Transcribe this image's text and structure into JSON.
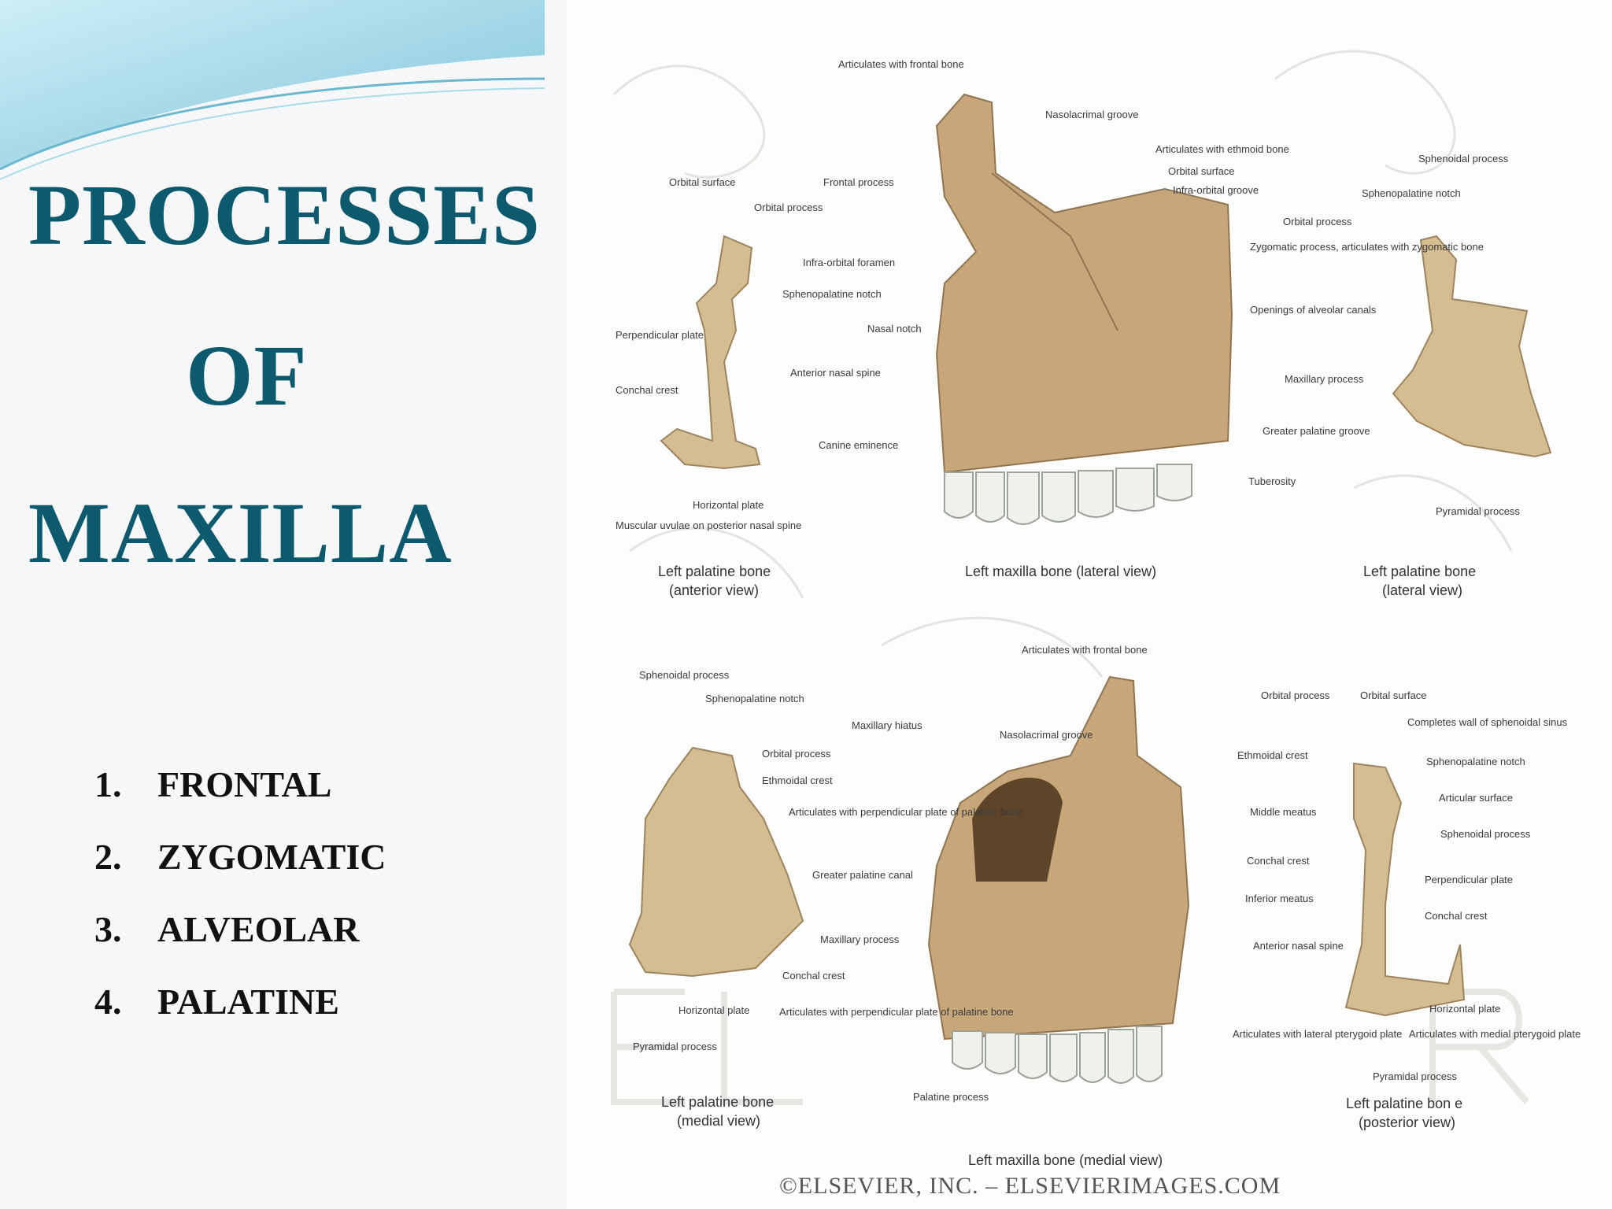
{
  "slide": {
    "title_lines": [
      "PROCESSES",
      "OF",
      "MAXILLA"
    ],
    "list": [
      {
        "num": "1.",
        "label": "FRONTAL"
      },
      {
        "num": "2.",
        "label": "ZYGOMATIC"
      },
      {
        "num": "3.",
        "label": "ALVEOLAR"
      },
      {
        "num": "4.",
        "label": "PALATINE"
      }
    ],
    "colors": {
      "title": "#0d5a6e",
      "header_wave": "#8ecfe3",
      "bone": "#c9ae82"
    }
  },
  "figure": {
    "captions": {
      "palatine_anterior": [
        "Left palatine bone",
        "(anterior view)"
      ],
      "maxilla_lateral": "Left maxilla bone (lateral view)",
      "palatine_lateral": [
        "Left palatine bone",
        "(lateral view)"
      ],
      "palatine_medial": [
        "Left palatine bone",
        "(medial view)"
      ],
      "maxilla_medial": "Left maxilla bone (medial view)",
      "palatine_posterior": [
        "Left palatine bon e",
        "(posterior view)"
      ]
    },
    "labels_top": {
      "articulates_frontal": "Articulates with frontal bone",
      "nasolacrimal_groove": "Nasolacrimal groove",
      "articulates_ethmoid": "Articulates with ethmoid bone",
      "orbital_surface": "Orbital surface",
      "infraorbital_groove": "Infra-orbital groove",
      "orbital_surface_left": "Orbital surface",
      "frontal_process": "Frontal process",
      "orbital_process_left": "Orbital process",
      "infraorbital_foramen": "Infra-orbital foramen",
      "sphenopalatine_notch_left": "Sphenopalatine notch",
      "nasal_notch": "Nasal notch",
      "perpendicular_plate": "Perpendicular plate",
      "anterior_nasal_spine": "Anterior nasal spine",
      "conchal_crest": "Conchal crest",
      "canine_eminence": "Canine eminence",
      "horizontal_plate": "Horizontal plate",
      "muscular_uvulae": "Muscular uvulae on posterior nasal spine",
      "sphenoidal_process_right": "Sphenoidal process",
      "sphenopalatine_notch_right": "Sphenopalatine notch",
      "orbital_process_right": "Orbital process",
      "zygomatic_process": "Zygomatic process, articulates with zygomatic bone",
      "openings_alveolar": "Openings of alveolar canals",
      "maxillary_process": "Maxillary process",
      "greater_palatine_groove": "Greater palatine groove",
      "tuberosity": "Tuberosity",
      "pyramidal_process": "Pyramidal process"
    },
    "labels_bottom": {
      "articulates_frontal": "Articulates with frontal bone",
      "sphenoidal_process": "Sphenoidal process",
      "sphenopalatine_notch": "Sphenopalatine notch",
      "maxillary_hiatus": "Maxillary hiatus",
      "nasolacrimal_groove": "Nasolacrimal groove",
      "orbital_process": "Orbital process",
      "ethmoidal_crest_left": "Ethmoidal crest",
      "articulates_perp_plate": "Articulates with perpendicular plate of palatine bone",
      "greater_palatine_canal": "Greater palatine canal",
      "maxillary_process": "Maxillary process",
      "conchal_crest_left": "Conchal crest",
      "horizontal_plate_left": "Horizontal plate",
      "articulates_perp_plate_2": "Articulates with perpendicular plate of palatine bone",
      "pyramidal_process_left": "Pyramidal process",
      "palatine_process": "Palatine process",
      "ethmoidal_crest": "Ethmoidal crest",
      "middle_meatus": "Middle meatus",
      "conchal_crest": "Conchal crest",
      "inferior_meatus": "Inferior meatus",
      "anterior_nasal_spine": "Anterior nasal spine",
      "orbital_process_right": "Orbital process",
      "orbital_surface_right": "Orbital surface",
      "completes_wall": "Completes wall of sphenoidal sinus",
      "sphenopalatine_notch_right": "Sphenopalatine notch",
      "articular_surface": "Articular surface",
      "sphenoidal_process_right": "Sphenoidal process",
      "perpendicular_plate": "Perpendicular plate",
      "conchal_crest_right": "Conchal crest",
      "horizontal_plate_right": "Horizontal plate",
      "articulates_lateral_pterygoid": "Articulates with lateral pterygoid plate",
      "articulates_medial_pterygoid": "Articulates with medial pterygoid plate",
      "pyramidal_process_right": "Pyramidal process"
    },
    "copyright": "©ELSEVIER, INC. – ELSEVIERIMAGES.COM"
  }
}
